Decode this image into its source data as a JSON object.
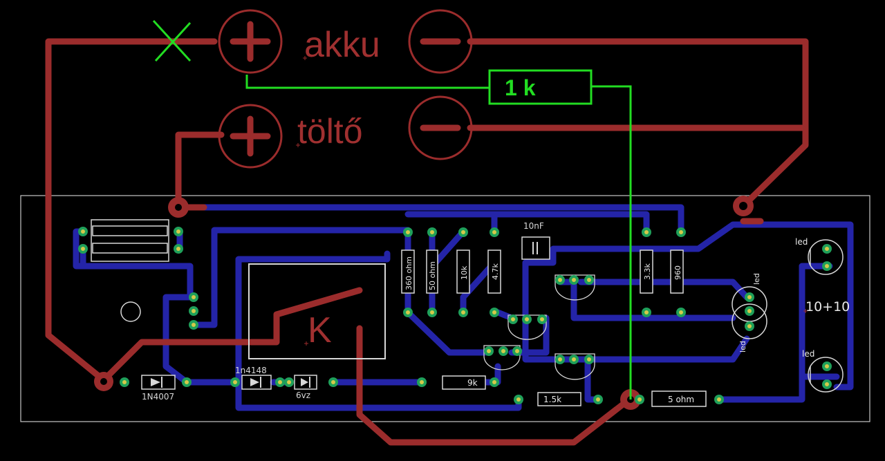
{
  "labels": {
    "battery": "akku",
    "charger": "töltő",
    "resistor_1k": "1 k",
    "relay": "K",
    "diode_main": "1N4007",
    "diode_signal": "1n4148",
    "zener": "6vz",
    "capacitor": "10nF",
    "r_360": "360 ohm",
    "r_50": "50 ohm",
    "r_10k": "10k",
    "r_47k": "4.7k",
    "r_33k": "3.3k",
    "r_960": "960",
    "r_9k": "9k",
    "r_15k": "1.5k",
    "r_5ohm": "5 ohm",
    "led_top": "led",
    "led_mid": "led",
    "led_mid2": "led",
    "led_bottom": "led",
    "led_array": "10+10"
  },
  "colors": {
    "background": "#000000",
    "top_copper": "#9b2c2c",
    "bottom_copper": "#2424a8",
    "airwire": "#22dd22",
    "via": "#1fa05a",
    "silkscreen": "#d8d8d8",
    "outline": "#c8c8c8"
  },
  "icons": {
    "plus_symbol": "plus-icon",
    "minus_symbol": "minus-icon",
    "cross_mark": "x-mark-icon"
  }
}
